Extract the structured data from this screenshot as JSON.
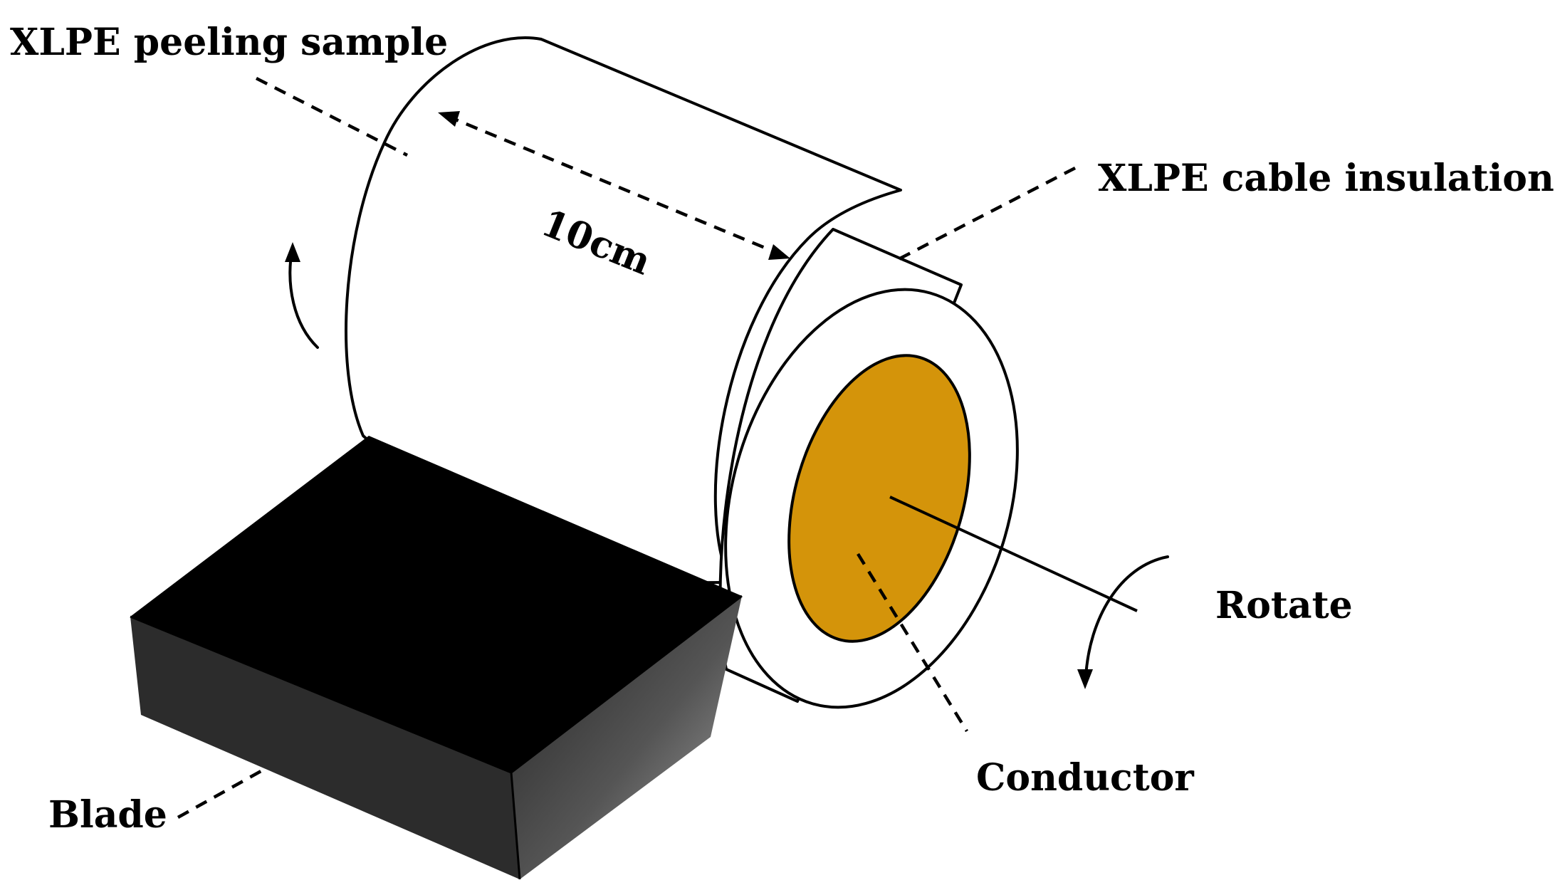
{
  "labels": {
    "peeling_sample": "XLPE peeling sample",
    "cable_insulation": "XLPE cable insulation",
    "length": "10cm",
    "rotate": "Rotate",
    "conductor": "Conductor",
    "blade": "Blade"
  },
  "colors": {
    "conductor": "#D4940A",
    "blade_top": "#000000",
    "blade_front": "#2A2A2A",
    "blade_side_dark": "#202020",
    "blade_side_light": "#9A9A9A",
    "outline": "#000000",
    "background": "#FFFFFF"
  }
}
